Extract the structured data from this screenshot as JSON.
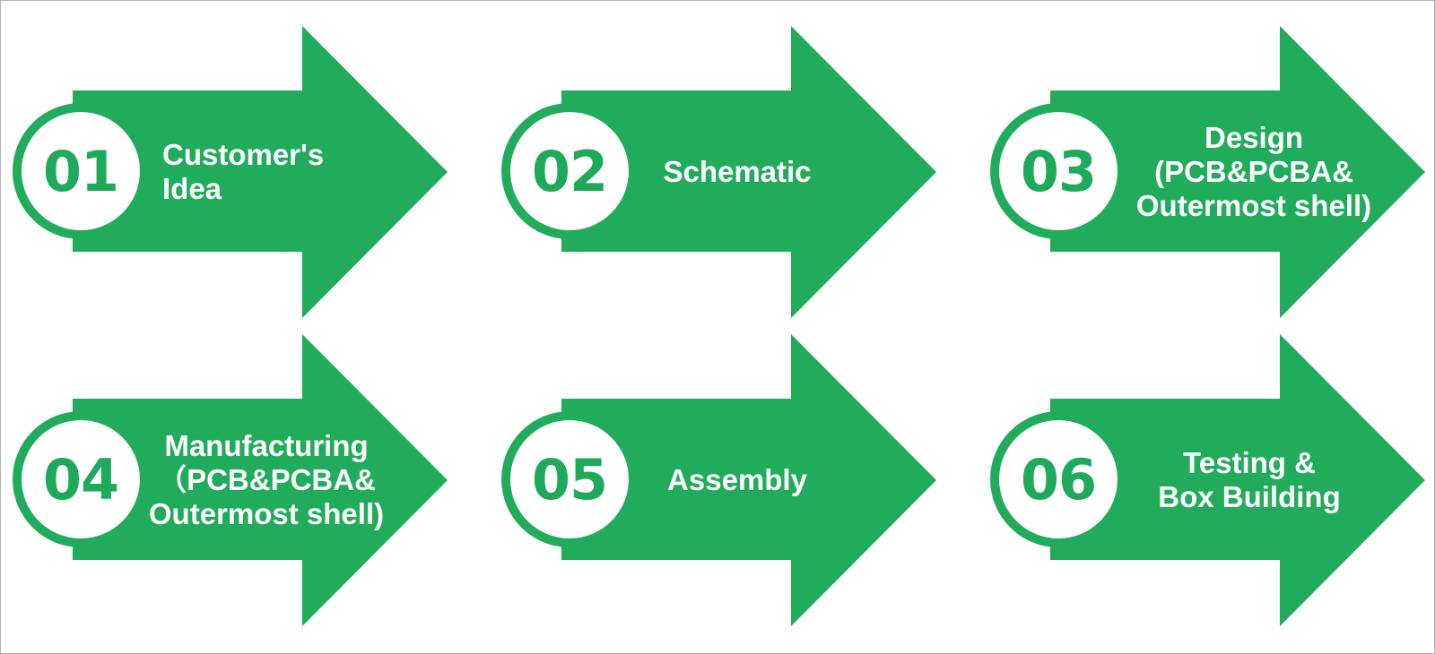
{
  "colors": {
    "arrow": "#21ac5c",
    "badge_fill": "#ffffff",
    "number": "#1faa5b",
    "label": "#ffffff"
  },
  "steps": [
    {
      "number": "01",
      "label": "Customer's\nIdea"
    },
    {
      "number": "02",
      "label": "Schematic"
    },
    {
      "number": "03",
      "label": "Design\n(PCB&PCBA&\nOutermost shell)"
    },
    {
      "number": "04",
      "label": "Manufacturing\n（PCB&PCBA&\nOutermost shell)"
    },
    {
      "number": "05",
      "label": "Assembly"
    },
    {
      "number": "06",
      "label": "Testing &\nBox Building"
    }
  ]
}
